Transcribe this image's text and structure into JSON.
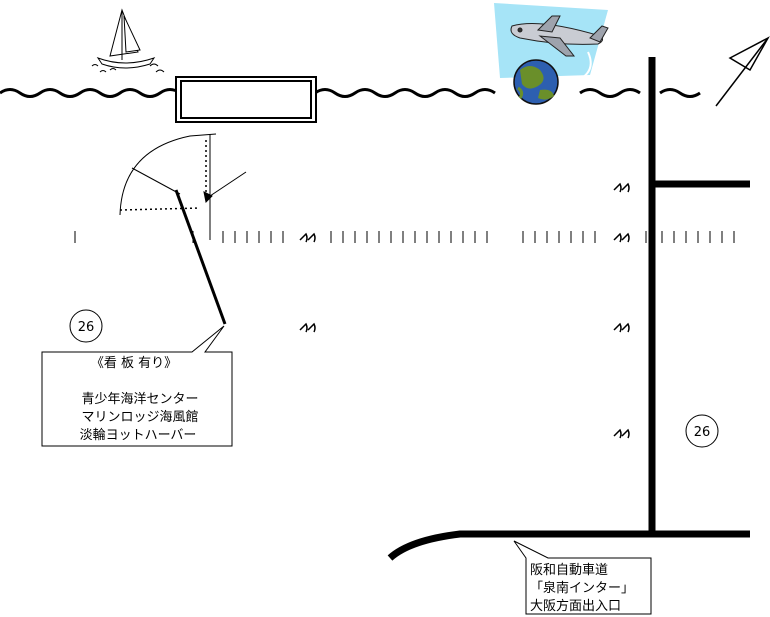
{
  "map": {
    "route_badges": [
      {
        "label": "26"
      },
      {
        "label": "26"
      }
    ],
    "signboard_callout": {
      "title": "《看 板 有り》",
      "lines": [
        "青少年海洋センター",
        "マリンロッジ海風館",
        "淡輪ヨットハーバー"
      ]
    },
    "expressway_callout": {
      "lines": [
        "阪和自動車道",
        "「泉南インター」",
        "大阪方面出入口"
      ]
    },
    "icons": [
      "sailboat-icon",
      "airplane-icon",
      "globe-icon",
      "north-arrow-icon"
    ],
    "colors": {
      "sky_panel": "#a6e4f7",
      "globe_land": "#6a8f2a",
      "globe_ocean": "#2d5fb0"
    }
  }
}
